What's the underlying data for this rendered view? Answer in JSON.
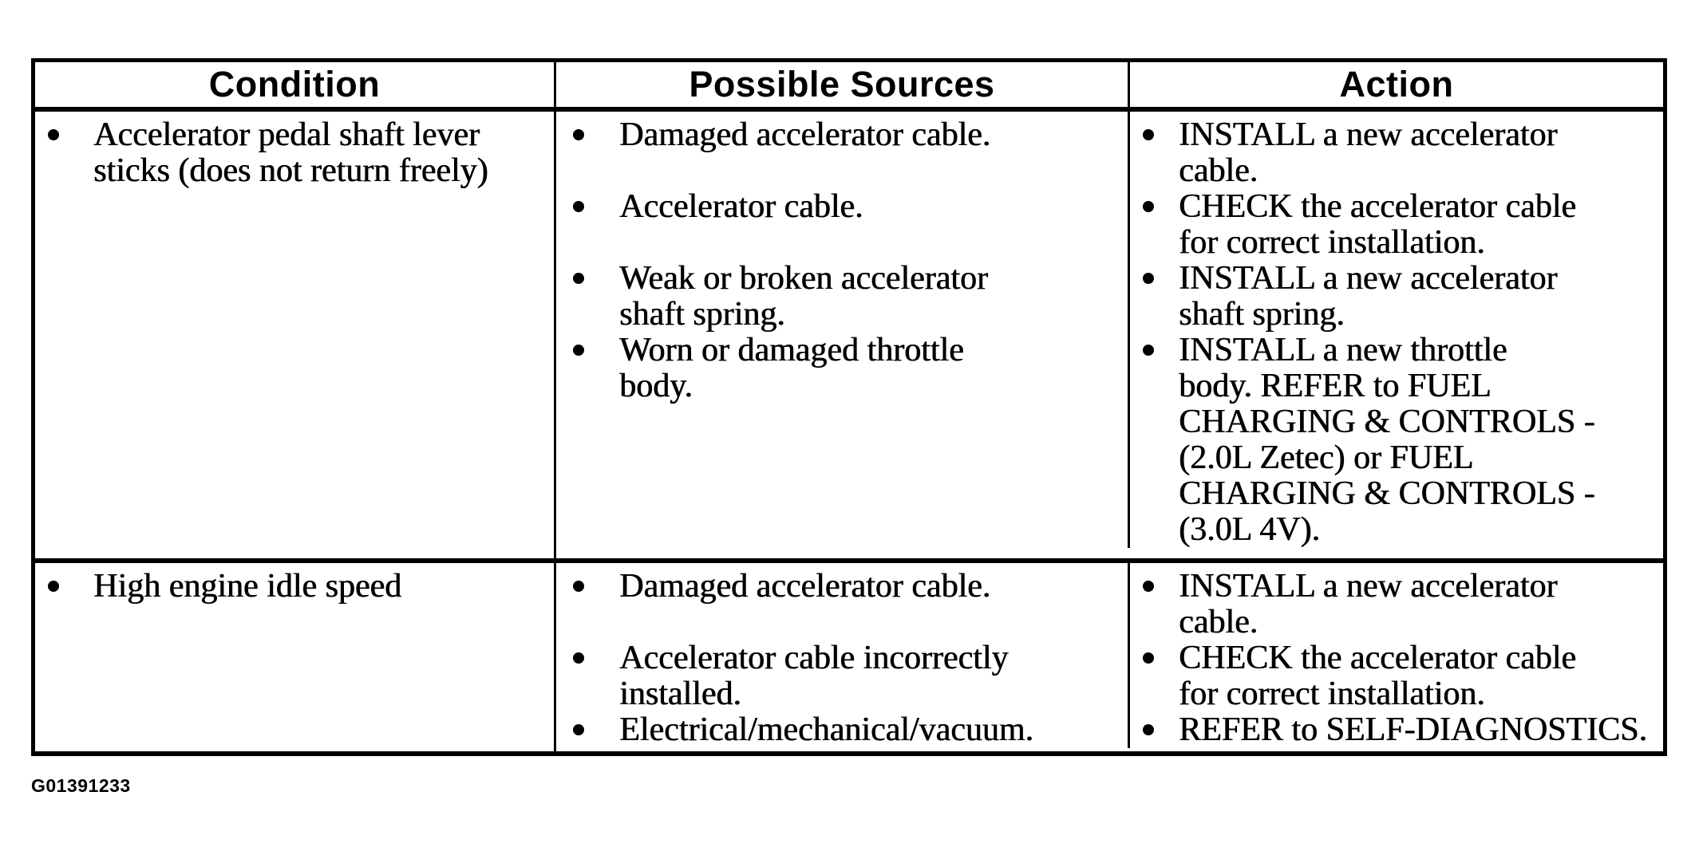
{
  "figure_id": "G01391233",
  "table": {
    "headers": [
      "Condition",
      "Possible Sources",
      "Action"
    ],
    "rows": [
      {
        "condition": "Accelerator pedal shaft lever\nsticks (does not return freely)",
        "pairs": [
          {
            "source": "Damaged accelerator cable.",
            "action": "INSTALL a new accelerator\ncable."
          },
          {
            "source": "Accelerator cable.",
            "action": "CHECK the accelerator cable\nfor correct installation."
          },
          {
            "source": "Weak or broken accelerator\nshaft spring.",
            "action": "INSTALL a new accelerator\nshaft spring."
          },
          {
            "source": "Worn or damaged throttle\nbody.",
            "action": "INSTALL a new throttle\nbody. REFER to FUEL\nCHARGING & CONTROLS -\n(2.0L Zetec) or FUEL\nCHARGING & CONTROLS -\n(3.0L 4V)."
          }
        ]
      },
      {
        "condition": "High engine idle speed",
        "pairs": [
          {
            "source": "Damaged accelerator cable.",
            "action": "INSTALL a new accelerator\ncable."
          },
          {
            "source": "Accelerator cable incorrectly\ninstalled.",
            "action": "CHECK the accelerator cable\nfor correct installation."
          },
          {
            "source": "Electrical/mechanical/vacuum.",
            "action": "REFER to SELF-DIAGNOSTICS."
          }
        ]
      }
    ]
  }
}
